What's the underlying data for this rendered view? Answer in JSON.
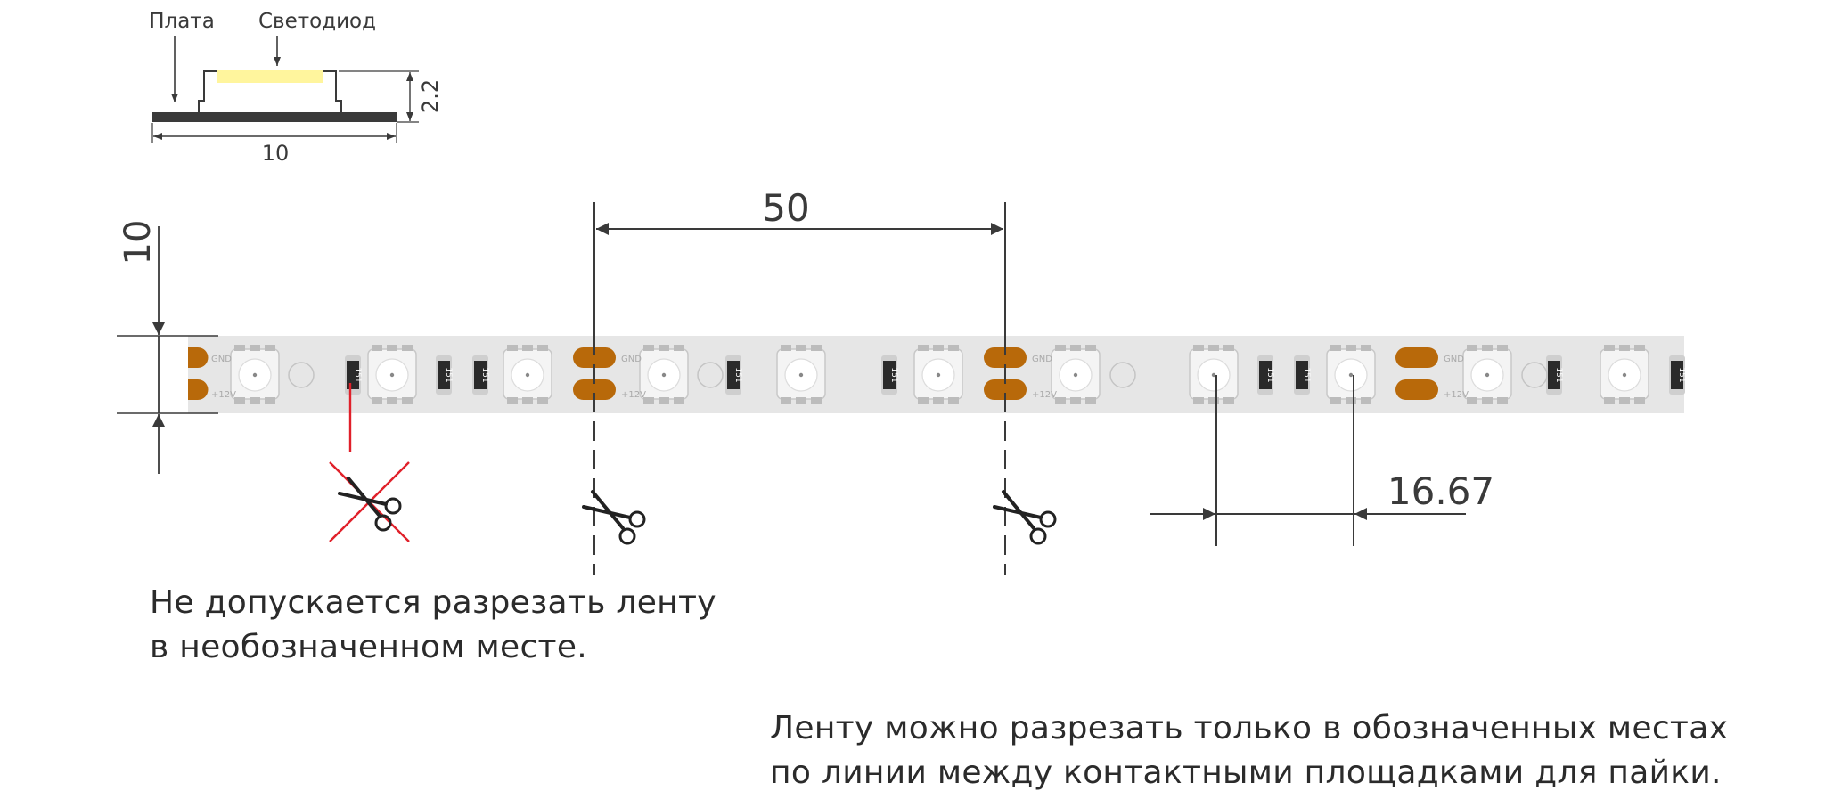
{
  "profile": {
    "label_board": "Плата",
    "label_led": "Светодиод",
    "dim_width": "10",
    "dim_height": "2.2"
  },
  "strip": {
    "dim_width": "10",
    "dim_cut_step": "50",
    "dim_led_pitch": "16.67",
    "pad_gnd": "GND",
    "pad_v": "+12V",
    "resistor_code": "151"
  },
  "notes": {
    "forbidden": [
      "Не допускается разрезать ленту",
      "в необозначенном месте."
    ],
    "allowed": [
      "Ленту можно разрезать только в обозначенных местах",
      "по линии между контактными площадками для пайки."
    ]
  },
  "colors": {
    "strip": "#e6e6e6",
    "pad": "#b8690a",
    "line": "#3a3a3a",
    "forbidden": "#e0202a",
    "led_chip": "#fff59d"
  }
}
